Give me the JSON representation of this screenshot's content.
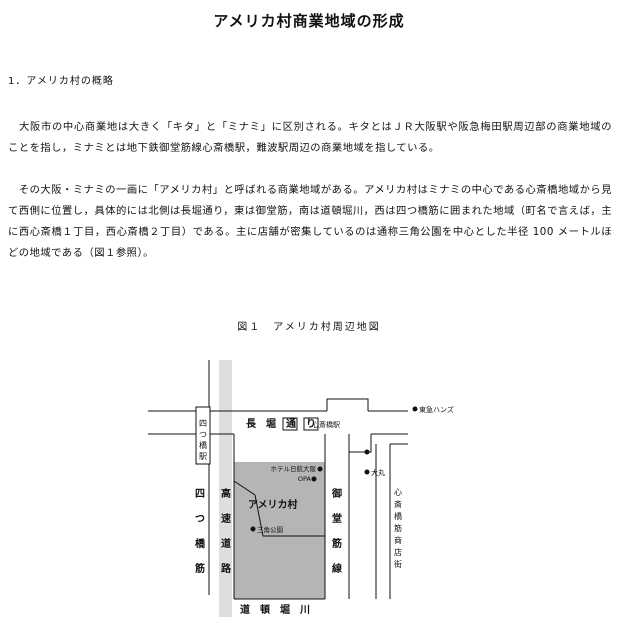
{
  "document": {
    "title": "アメリカ村商業地域の形成",
    "section_heading": "1．アメリカ村の概略",
    "paragraphs": [
      "　大阪市の中心商業地は大きく「キタ」と「ミナミ」に区別される。キタとはＪＲ大阪駅や阪急梅田駅周辺部の商業地域のことを指し，ミナミとは地下鉄御堂筋線心斎橋駅，難波駅周辺の商業地域を指している。",
      "　その大阪・ミナミの一画に「アメリカ村」と呼ばれる商業地域がある。アメリカ村はミナミの中心である心斎橋地域から見て西側に位置し，具体的には北側は長堀通り，東は御堂筋，南は道頓堀川，西は四つ橋筋に囲まれた地域（町名で言えば，主に西心斎橋１丁目，西心斎橋２丁目）である。主に店舗が密集しているのは通称三角公園を中心とした半径 100 メートルほどの地域である（図１参照）。"
    ],
    "figure_caption": "図１　アメリカ村周辺地図"
  },
  "map": {
    "street_north": "長　堀　通　り",
    "station_shinsaibashi": "心斎橋駅",
    "station_yotsubashi": "四つ橋駅",
    "street_west": "四つ橋筋",
    "expressway": "高速道路",
    "street_east": "御堂筋線",
    "street_south": "道　頓　堀　川",
    "area_label": "アメリカ村",
    "hotel": "ホテル日航大阪",
    "opa": "OPA",
    "sankaku_park": "三角公園",
    "daimaru": "大丸",
    "tokyu_hands": "東急ハンズ",
    "shopping_street": "心斎橋筋商店街"
  }
}
